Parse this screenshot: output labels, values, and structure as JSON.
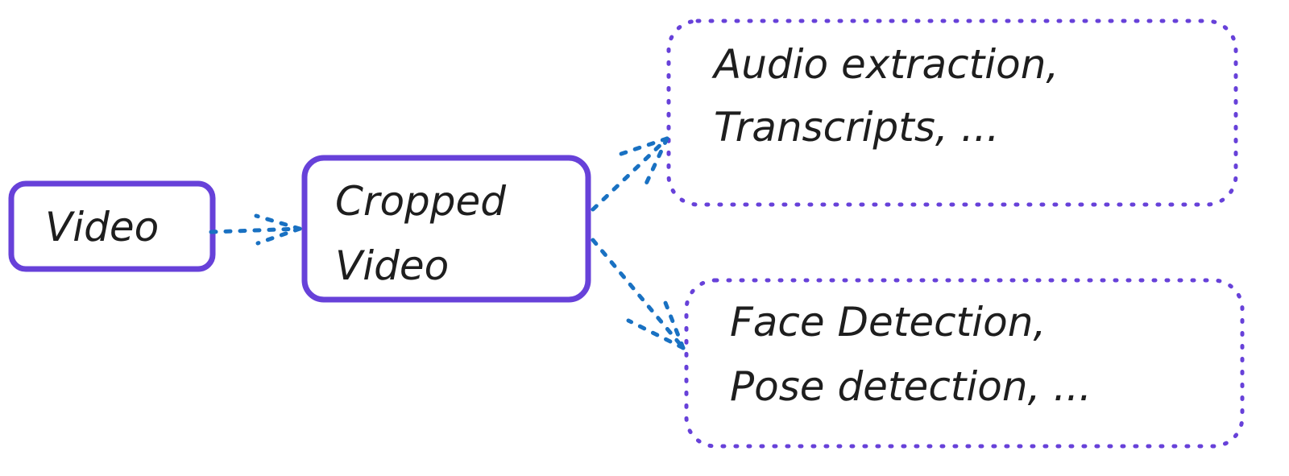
{
  "nodes": {
    "video": "Video",
    "cropped_line1": "Cropped",
    "cropped_line2": "Video",
    "audio_line1": "Audio extraction,",
    "audio_line2": "Transcripts, ...",
    "face_line1": "Face Detection,",
    "face_line2": "Pose detection, ..."
  },
  "colors": {
    "solid_box": "#6741d9",
    "dashed_box": "#6741d9",
    "arrow": "#1971c2",
    "text": "#1e1e1e"
  }
}
